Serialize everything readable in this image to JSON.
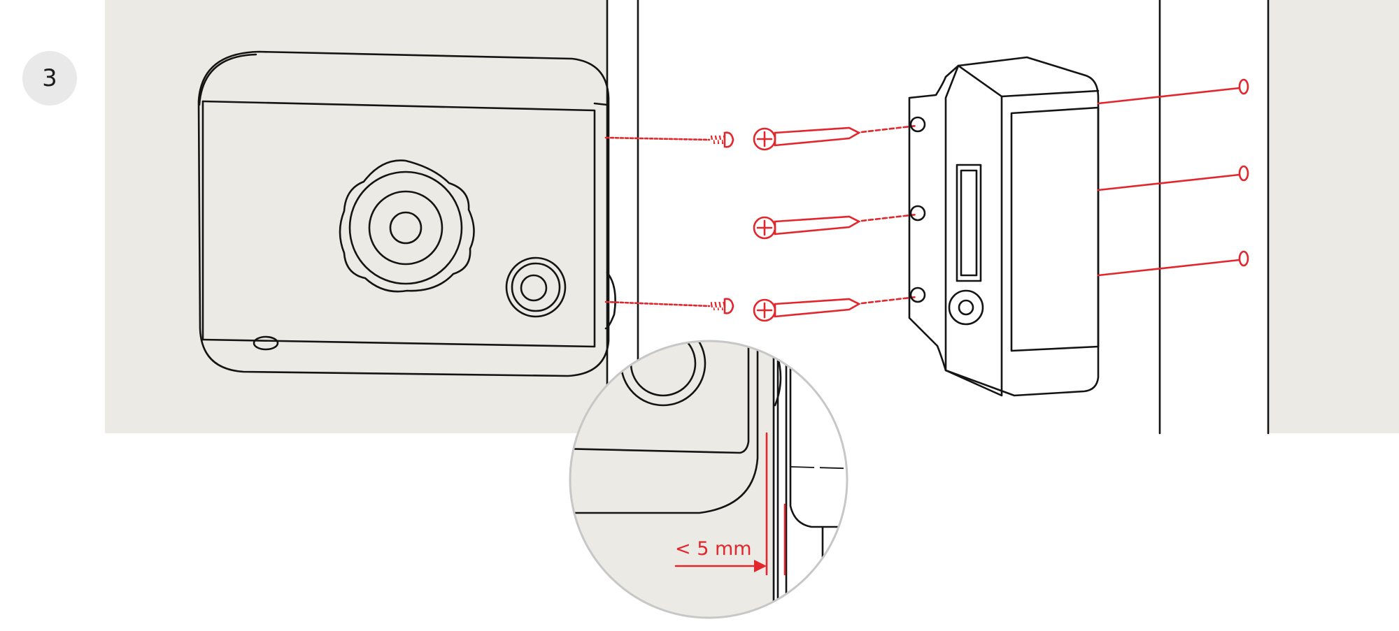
{
  "step": {
    "number": "3"
  },
  "detail": {
    "gap_label": "< 5 mm"
  },
  "colors": {
    "background_panel": "#ebeae5",
    "accent_red": "#e3262c",
    "line": "#141414",
    "badge": "#e9e9e9"
  },
  "icons": [
    "lock-body",
    "door-strike",
    "wood-screw",
    "machine-screw",
    "magnifier-detail"
  ]
}
